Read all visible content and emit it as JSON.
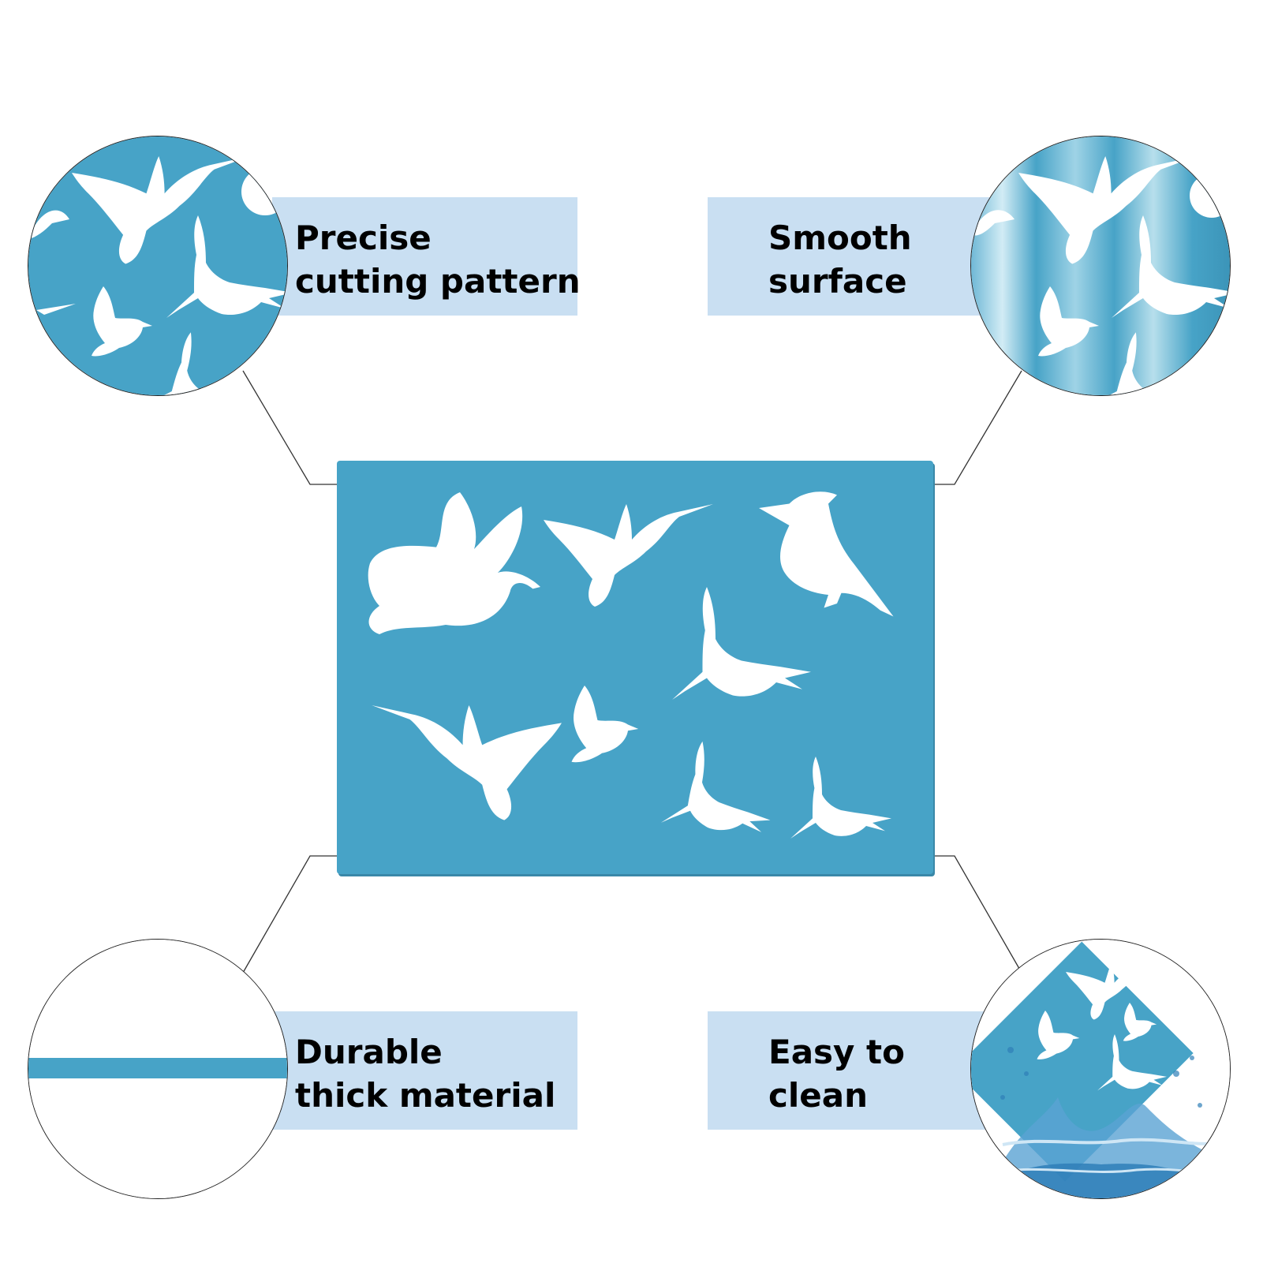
{
  "features": [
    {
      "id": "precise",
      "lines": [
        "Precise",
        "cutting pattern"
      ]
    },
    {
      "id": "smooth",
      "lines": [
        "Smooth",
        "surface"
      ]
    },
    {
      "id": "durable",
      "lines": [
        "Durable",
        "thick material"
      ]
    },
    {
      "id": "clean",
      "lines": [
        "Easy to",
        "clean"
      ]
    }
  ],
  "colors": {
    "stencil_blue": "#47a3c7",
    "label_bg": "#c9dff2",
    "water_blue": "#2f7fb8"
  },
  "icons": {
    "stencil": "bird-stencil-sheet",
    "closeup_pattern": "bird-pattern-closeup",
    "closeup_surface": "glossy-surface-closeup",
    "closeup_thickness": "material-thickness-crosssection",
    "closeup_clean": "water-splash"
  }
}
